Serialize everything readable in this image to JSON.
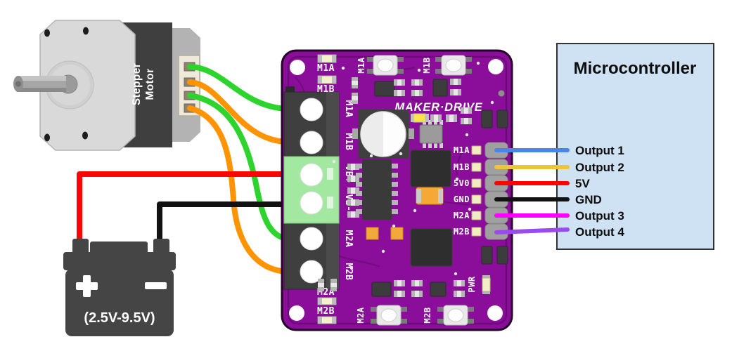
{
  "colors": {
    "wire_green": "#2dd42d",
    "wire_orange": "#ff9300",
    "wire_red": "#fb0404",
    "wire_black": "#121212",
    "board": "#8a0e99",
    "board_border": "#250028",
    "board_trace": "#6d0a7a",
    "terminal_dark": "#3f3f3f",
    "terminal_green": "#a3e8a0",
    "mcu_fill": "#cfe2f3",
    "mcu_border": "#333333",
    "motor_band": "#3f3f3f",
    "battery_body": "#454545"
  },
  "stepper_motor": {
    "line1": "Stepper",
    "line2": "Motor"
  },
  "battery": {
    "plus": "+",
    "minus": "−",
    "voltage": "(2.5V-9.5V)"
  },
  "driver_board": {
    "brand": "MAKER·DRIVE",
    "terminals": [
      "M1A",
      "M1B",
      "VB+",
      "VB-",
      "M2A",
      "M2B"
    ],
    "top_leds": [
      "M1A",
      "M1B"
    ],
    "bottom_leds": [
      "M2A",
      "M2B"
    ],
    "buttons": [
      "M1A",
      "M1B",
      "M2A",
      "M2B"
    ],
    "header_pins": [
      "M1A",
      "M1B",
      "5V0",
      "GND",
      "M2A",
      "M2B"
    ],
    "pwr": "PWR"
  },
  "microcontroller": {
    "title": "Microcontroller",
    "pins": [
      {
        "label": "Output 1",
        "color": "#4a86e8"
      },
      {
        "label": "Output 2",
        "color": "#f0c33c"
      },
      {
        "label": "5V",
        "color": "#fb0404"
      },
      {
        "label": "GND",
        "color": "#121212"
      },
      {
        "label": "Output 3",
        "color": "#ff00ff"
      },
      {
        "label": "Output 4",
        "color": "#9a4bee"
      }
    ]
  }
}
